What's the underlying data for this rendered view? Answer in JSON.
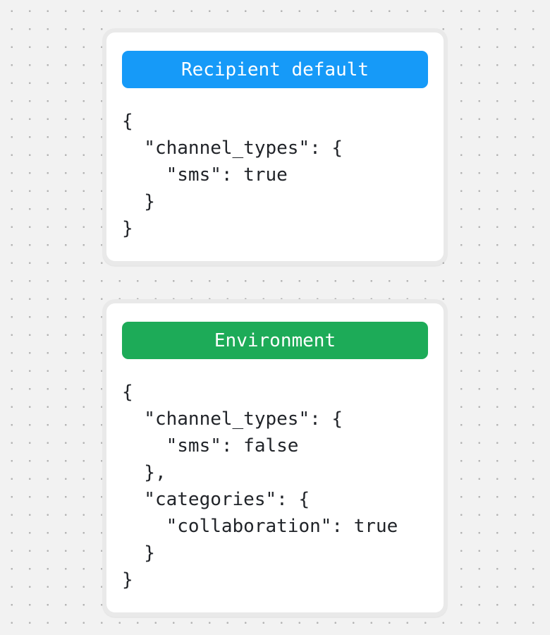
{
  "background": {
    "color": "#f2f2f2",
    "dot_color": "#b3b3b3"
  },
  "cards": [
    {
      "header": {
        "label": "Recipient default",
        "color": "#169af8",
        "text_color": "#ffffff"
      },
      "code_lines": [
        "{",
        "  \"channel_types\": {",
        "    \"sms\": true",
        "  }",
        "}"
      ]
    },
    {
      "header": {
        "label": "Environment",
        "color": "#1dab58",
        "text_color": "#ffffff"
      },
      "code_lines": [
        "{",
        "  \"channel_types\": {",
        "    \"sms\": false",
        "  },",
        "  \"categories\": {",
        "    \"collaboration\": true",
        "  }",
        "}"
      ]
    }
  ]
}
